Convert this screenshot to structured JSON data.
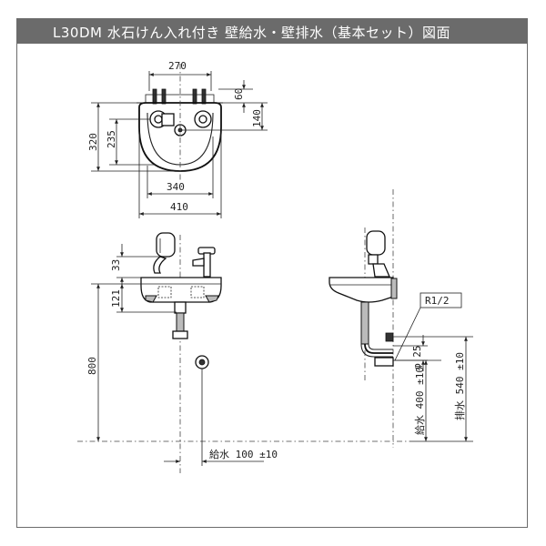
{
  "title": "L30DM 水石けん入れ付き 壁給水・壁排水（基本セット）図面",
  "top_view": {
    "dim_top_width": "270",
    "dim_back_height": "60",
    "dim_depth_right": "140",
    "dim_total_depth": "320",
    "dim_bowl_depth": "235",
    "dim_bowl_width": "340",
    "dim_total_width": "410"
  },
  "front_view": {
    "dim_faucet": "33",
    "dim_bowl": "121",
    "dim_height": "800",
    "dim_supply_offset": "給水 100 ±10"
  },
  "side_view": {
    "thread_label": "R1/2",
    "dim_diameter": "φ 25",
    "dim_supply_height": "給水 400 ±10",
    "dim_drain_height": "排水 540 ±10"
  }
}
